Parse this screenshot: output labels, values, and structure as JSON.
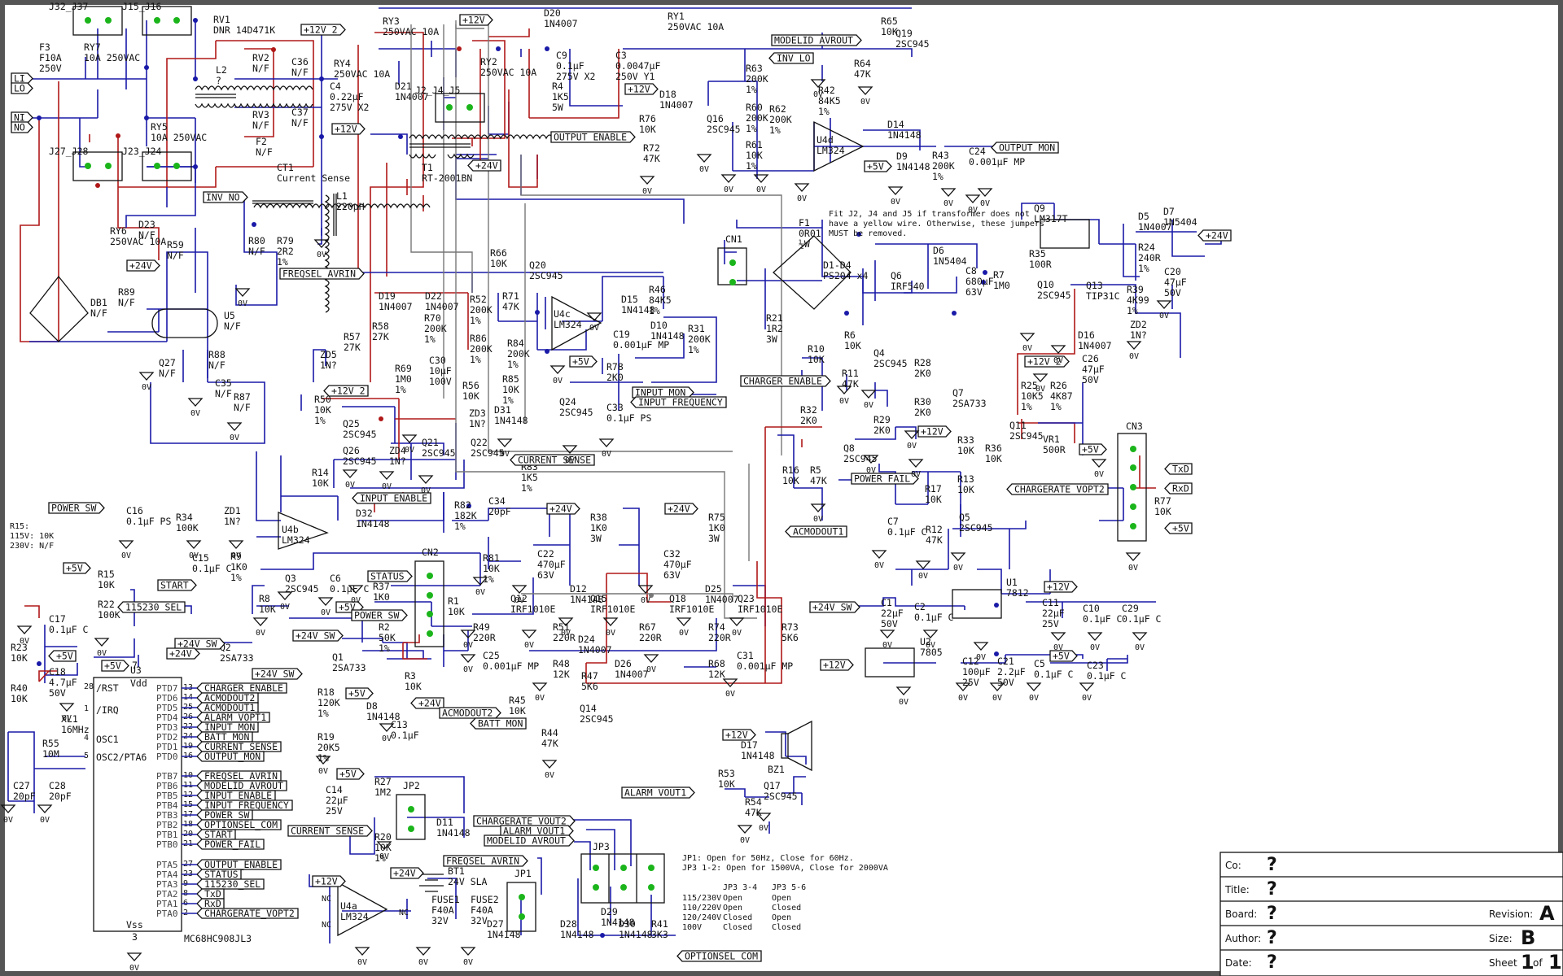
{
  "title_block": {
    "company_label": "Co:",
    "company_value": "?",
    "title_label": "Title:",
    "title_value": "?",
    "board_label": "Board:",
    "board_value": "?",
    "revision_label": "Revision:",
    "revision_value": "A",
    "author_label": "Author:",
    "author_value": "?",
    "size_label": "Size:",
    "size_value": "B",
    "date_label": "Date:",
    "date_value": "?",
    "sheet_label": "Sheet",
    "sheet_num": "1",
    "sheet_of": "of",
    "sheet_total": "1"
  },
  "notes": {
    "r15_title": "R15:",
    "r15_115": "115V: 10K",
    "r15_230": "230V: N/F",
    "jumper_note_1": "Fit J2, J4 and J5 if transformer does not",
    "jumper_note_2": "have a yellow wire. Otherwise, these jumpers",
    "jumper_note_3": "MUST be removed.",
    "jp1_note": "JP1: Open for 50Hz, Close for 60Hz.",
    "jp3_note": "JP3 1-2: Open for 1500VA, Close for 2000VA",
    "jp_table": {
      "headers": [
        "",
        "JP3 3-4",
        "JP3 5-6"
      ],
      "rows": [
        [
          "115/230V",
          "Open",
          "Open"
        ],
        [
          "110/220V",
          "Open",
          "Closed"
        ],
        [
          "120/240V",
          "Closed",
          "Open"
        ],
        [
          "100V",
          "Closed",
          "Closed"
        ]
      ]
    }
  },
  "ports": {
    "LI": "LI",
    "LO": "LO",
    "NI": "NI",
    "NO": "NO",
    "p12v_2_top": "+12V_2",
    "p12v_top": "+12V",
    "p12v_c4": "+12V",
    "p24v_t1": "+24V",
    "p12v_d18": "+12V",
    "modelid_avrout": "MODELID_AVROUT",
    "inv_lo": "INV_LO",
    "output_enable": "OUTPUT_ENABLE",
    "output_mon": "OUTPUT_MON",
    "p5v_d9": "+5V",
    "inv_no": "INV_NO",
    "p24v_r59": "+24V",
    "freqsel_avrin": "FREQSEL_AVRIN",
    "p12v_2_r50": "+12V_2",
    "input_enable": "INPUT_ENABLE",
    "current_sense_r83": "CURRENT_SENSE",
    "p5v_r78": "+5V",
    "input_mon": "INPUT_MON",
    "input_frequency": "INPUT_FREQUENCY",
    "charger_enable": "CHARGER_ENABLE",
    "p12v_2_c26": "+12V_2",
    "p24v_d7": "+24V",
    "p12v_q7": "+12V",
    "power_fail": "POWER_FAIL",
    "acmodout1": "ACMODOUT1",
    "chargerate_vopt2": "CHARGERATE_VOPT2",
    "p5v_cn3": "+5V",
    "txd": "TxD",
    "rxd": "RxD",
    "p5v_r77": "+5V",
    "power_sw": "POWER_SW",
    "p5v_r15": "+5V",
    "sel_115230": "115230_SEL",
    "p5v_r23": "+5V",
    "p5v_u3": "+5V",
    "start": "START",
    "status": "STATUS",
    "p5v_r37": "+5V",
    "power_sw_cn2": "POWER_SW",
    "p24v_sw_q1": "+24V_SW",
    "p24v_sw_q2": "+24V_SW",
    "p24v_q2": "+24V",
    "p24v_sw_r18": "+24V_SW",
    "p24v_r3": "+24V",
    "p5v_d8": "+5V",
    "acmodout2": "ACMODOUT2",
    "batt_mon": "BATT_MON",
    "p24v_r38": "+24V",
    "p24v_r75": "+24V",
    "p24v_sw_c1": "+24V_SW",
    "p12v_u1": "+12V",
    "p12v_u2": "+12V",
    "p5v_u2": "+5V",
    "p12v_bz": "+12V",
    "alarm_vout1": "ALARM_VOUT1",
    "p5v_r27": "+5V",
    "current_sense_jp2": "CURRENT_SENSE",
    "chargerate_vout2": "CHARGERATE_VOUT2",
    "alarm_vout1_jp3": "ALARM_VOUT1",
    "modelid_avrout_jp3": "MODELID_AVROUT",
    "freqsel_avrin_jp1": "FREQSEL_AVRIN",
    "p12v_u4a": "+12V",
    "p24v_bt1": "+24V",
    "optionsel_com": "OPTIONSEL_COM"
  },
  "mcu": {
    "ref": "U3",
    "part": "MC68HC908JL3",
    "vdd": "Vdd",
    "vss": "Vss",
    "vdd_pin": "7",
    "vss_pin": "3",
    "left_pins": [
      {
        "num": "28",
        "name": "/RST"
      },
      {
        "num": "1",
        "name": "/IRQ"
      },
      {
        "num": "4",
        "name": "OSC1"
      },
      {
        "num": "5",
        "name": "OSC2/PTA6"
      }
    ],
    "right_pins": [
      {
        "name": "PTD7",
        "num": "13",
        "net": "CHARGER_ENABLE"
      },
      {
        "name": "PTD6",
        "num": "14",
        "net": "ACMODOUT2"
      },
      {
        "name": "PTD5",
        "num": "25",
        "net": "ACMODOUT1"
      },
      {
        "name": "PTD4",
        "num": "26",
        "net": "ALARM_VOPT1"
      },
      {
        "name": "PTD3",
        "num": "22",
        "net": "INPUT_MON"
      },
      {
        "name": "PTD2",
        "num": "24",
        "net": "BATT_MON"
      },
      {
        "name": "PTD1",
        "num": "19",
        "net": "CURRENT_SENSE"
      },
      {
        "name": "PTD0",
        "num": "16",
        "net": "OUTPUT_MON"
      },
      {
        "name": "PTB7",
        "num": "10",
        "net": "FREQSEL_AVRIN"
      },
      {
        "name": "PTB6",
        "num": "11",
        "net": "MODELID_AVROUT"
      },
      {
        "name": "PTB5",
        "num": "12",
        "net": "INPUT_ENABLE"
      },
      {
        "name": "PTB4",
        "num": "15",
        "net": "INPUT_FREQUENCY"
      },
      {
        "name": "PTB3",
        "num": "17",
        "net": "POWER_SW"
      },
      {
        "name": "PTB2",
        "num": "18",
        "net": "OPTIONSEL_COM"
      },
      {
        "name": "PTB1",
        "num": "20",
        "net": "START"
      },
      {
        "name": "PTB0",
        "num": "21",
        "net": "POWER_FAIL"
      },
      {
        "name": "PTA5",
        "num": "27",
        "net": "OUTPUT_ENABLE"
      },
      {
        "name": "PTA4",
        "num": "23",
        "net": "STATUS"
      },
      {
        "name": "PTA3",
        "num": "9",
        "net": "115230_SEL"
      },
      {
        "name": "PTA2",
        "num": "8",
        "net": "TxD"
      },
      {
        "name": "PTA1",
        "num": "6",
        "net": "RxD"
      },
      {
        "name": "PTA0",
        "num": "2",
        "net": "CHARGERATE_VOPT2"
      }
    ]
  },
  "components": {
    "ry7": [
      "RY7",
      "10A 250VAC"
    ],
    "ry5": [
      "RY5",
      "10A 250VAC"
    ],
    "ry6": [
      "RY6",
      "250VAC 10A"
    ],
    "ry3": [
      "RY3",
      "250VAC 10A"
    ],
    "ry4": [
      "RY4",
      "250VAC 10A"
    ],
    "ry2": [
      "RY2",
      "250VAC 10A"
    ],
    "ry1": [
      "RY1",
      "250VAC 10A"
    ],
    "f3": [
      "F3",
      "F10A",
      "250V"
    ],
    "rv1": [
      "RV1",
      "DNR 14D471K"
    ],
    "rv2": [
      "RV2",
      "N/F"
    ],
    "rv3": [
      "RV3",
      "N/F"
    ],
    "c36": [
      "C36",
      "N/F"
    ],
    "c37": [
      "C37",
      "N/F"
    ],
    "l2": [
      "L2",
      "?"
    ],
    "f2": [
      "F2",
      "N/F"
    ],
    "ct1": [
      "CT1",
      "Current Sense"
    ],
    "c4": [
      "C4",
      "0.22µF",
      "275V X2"
    ],
    "d21": [
      "D21",
      "1N4007"
    ],
    "t1": [
      "T1",
      "RT-2001BN"
    ],
    "d20": [
      "D20",
      "1N4007"
    ],
    "c9": [
      "C9",
      "0.1µF",
      "275V X2"
    ],
    "c3": [
      "C3",
      "0.0047µF",
      "250V Y1"
    ],
    "r4": [
      "R4",
      "1K5",
      "5W"
    ],
    "d18": [
      "D18",
      "1N4007"
    ],
    "r76": [
      "R76",
      "10K"
    ],
    "q16": [
      "Q16",
      "2SC945"
    ],
    "r72": [
      "R72",
      "47K"
    ],
    "r65": [
      "R65",
      "10K"
    ],
    "q19": [
      "Q19",
      "2SC945"
    ],
    "r64": [
      "R64",
      "47K"
    ],
    "r63": [
      "R63",
      "200K",
      "1%"
    ],
    "r60": [
      "R60",
      "200K",
      "1%"
    ],
    "r61": [
      "R61",
      "10K",
      "1%"
    ],
    "r62": [
      "R62",
      "200K",
      "1%"
    ],
    "r42": [
      "R42",
      "84K5",
      "1%"
    ],
    "u4d": [
      "U4d",
      "LM324"
    ],
    "d14": [
      "D14",
      "1N4148"
    ],
    "d9": [
      "D9",
      "1N4148"
    ],
    "r43": [
      "R43",
      "200K",
      "1%"
    ],
    "c24": [
      "C24",
      "0.001µF MP"
    ],
    "l1": [
      "L1",
      "220µH"
    ],
    "r80": [
      "R80",
      "N/F"
    ],
    "r79": [
      "R79",
      "2R2",
      "1%"
    ],
    "d23": [
      "D23",
      "N/F"
    ],
    "r59": [
      "R59",
      "N/F"
    ],
    "db1": [
      "DB1",
      "N/F"
    ],
    "r89": [
      "R89",
      "N/F"
    ],
    "u5": [
      "U5",
      "N/F"
    ],
    "q27": [
      "Q27",
      "N/F"
    ],
    "r88": [
      "R88",
      "N/F"
    ],
    "c35": [
      "C35",
      "N/F"
    ],
    "r87": [
      "R87",
      "N/F"
    ],
    "r66": [
      "R66",
      "10K"
    ],
    "q20": [
      "Q20",
      "2SC945"
    ],
    "d19": [
      "D19",
      "1N4007"
    ],
    "d22": [
      "D22",
      "1N4007"
    ],
    "r58": [
      "R58",
      "27K"
    ],
    "r57": [
      "R57",
      "27K"
    ],
    "zd5": [
      "ZD5",
      "1N?"
    ],
    "r50": [
      "R50",
      "10K",
      "1%"
    ],
    "r70": [
      "R70",
      "200K",
      "1%"
    ],
    "r69": [
      "R69",
      "1M0",
      "1%"
    ],
    "c30": [
      "C30",
      "10µF",
      "100V"
    ],
    "r52": [
      "R52",
      "200K",
      "1%"
    ],
    "r86": [
      "R86",
      "200K",
      "1%"
    ],
    "r71": [
      "R71",
      "47K"
    ],
    "r84": [
      "R84",
      "200K",
      "1%"
    ],
    "r85": [
      "R85",
      "10K",
      "1%"
    ],
    "r56": [
      "R56",
      "10K"
    ],
    "zd3": [
      "ZD3",
      "1N?"
    ],
    "d31": [
      "D31",
      "1N4148"
    ],
    "q24": [
      "Q24",
      "2SC945"
    ],
    "q25": [
      "Q25",
      "2SC945"
    ],
    "q26": [
      "Q26",
      "2SC945"
    ],
    "zd4": [
      "ZD4",
      "1N?"
    ],
    "q21": [
      "Q21",
      "2SC945"
    ],
    "q22": [
      "Q22",
      "2SC945"
    ],
    "r14": [
      "R14",
      "10K"
    ],
    "u4c": [
      "U4c",
      "LM324"
    ],
    "d15": [
      "D15",
      "1N4148"
    ],
    "r46": [
      "R46",
      "84K5",
      "1%"
    ],
    "d10": [
      "D10",
      "1N4148"
    ],
    "c19": [
      "C19",
      "0.001µF MP"
    ],
    "r31": [
      "R31",
      "200K",
      "1%"
    ],
    "r78": [
      "R78",
      "2K0"
    ],
    "c33": [
      "C33",
      "0.1µF PS"
    ],
    "cn1": [
      "CN1"
    ],
    "f1": [
      "F1",
      "0R01",
      "½W"
    ],
    "d1d4": [
      "D1-D4",
      "PS204 x4"
    ],
    "q6": [
      "Q6",
      "IRF540"
    ],
    "r21": [
      "R21",
      "1R2",
      "3W"
    ],
    "r6": [
      "R6",
      "10K"
    ],
    "d6": [
      "D6",
      "1N5404"
    ],
    "c8": [
      "C8",
      "680µF",
      "63V"
    ],
    "r7": [
      "R7",
      "1M0"
    ],
    "r35": [
      "R35",
      "100R"
    ],
    "q10": [
      "Q10",
      "2SC945"
    ],
    "q9": [
      "Q9",
      "LM317T"
    ],
    "d5": [
      "D5",
      "1N4007"
    ],
    "d7": [
      "D7",
      "1N5404"
    ],
    "r24": [
      "R24",
      "240R",
      "1%"
    ],
    "c20": [
      "C20",
      "47µF",
      "50V"
    ],
    "q13": [
      "Q13",
      "TIP31C"
    ],
    "r39": [
      "R39",
      "4K99",
      "1%"
    ],
    "zd2": [
      "ZD2",
      "1N?"
    ],
    "d16": [
      "D16",
      "1N4007"
    ],
    "c26": [
      "C26",
      "47µF",
      "50V"
    ],
    "r25": [
      "R25",
      "10K5",
      "1%"
    ],
    "r26": [
      "R26",
      "4K87",
      "1%"
    ],
    "q11": [
      "Q11",
      "2SC945"
    ],
    "vr1": [
      "VR1",
      "500R"
    ],
    "r36": [
      "R36",
      "10K"
    ],
    "cn3": [
      "CN3"
    ],
    "r77": [
      "R77",
      "10K"
    ],
    "r10": [
      "R10",
      "10K"
    ],
    "r11": [
      "R11",
      "47K"
    ],
    "q4": [
      "Q4",
      "2SC945"
    ],
    "r28": [
      "R28",
      "2K0"
    ],
    "r30": [
      "R30",
      "2K0"
    ],
    "q7": [
      "Q7",
      "2SA733"
    ],
    "r32": [
      "R32",
      "2K0"
    ],
    "r29": [
      "R29",
      "2K0"
    ],
    "q8": [
      "Q8",
      "2SC945"
    ],
    "r16": [
      "R16",
      "10K"
    ],
    "r5": [
      "R5",
      "47K"
    ],
    "r33": [
      "R33",
      "10K"
    ],
    "r13": [
      "R13",
      "10K"
    ],
    "r17": [
      "R17",
      "10K"
    ],
    "r12": [
      "R12",
      "47K"
    ],
    "c7": [
      "C7",
      "0.1µF C"
    ],
    "q5": [
      "Q5",
      "2SC945"
    ],
    "c16": [
      "C16",
      "0.1µF PS"
    ],
    "r34": [
      "R34",
      "100K"
    ],
    "zd1": [
      "ZD1",
      "1N?"
    ],
    "u4b": [
      "U4b",
      "LM324"
    ],
    "d32": [
      "D32",
      "1N4148"
    ],
    "r82": [
      "R82",
      "182K",
      "1%"
    ],
    "c34": [
      "C34",
      "20pF"
    ],
    "r83": [
      "R83",
      "1K5",
      "1%"
    ],
    "r81": [
      "R81",
      "10K",
      "1%"
    ],
    "r15": [
      "R15",
      "10K"
    ],
    "r22": [
      "R22",
      "100K"
    ],
    "c15": [
      "C15",
      "0.1µF C"
    ],
    "r9": [
      "R9",
      "1K0",
      "1%"
    ],
    "r8": [
      "R8",
      "10K"
    ],
    "q3": [
      "Q3",
      "2SC945"
    ],
    "c6": [
      "C6",
      "0.1µF C"
    ],
    "cn2": [
      "CN2"
    ],
    "r37": [
      "R37",
      "1K0"
    ],
    "r1": [
      "R1",
      "10K"
    ],
    "r2": [
      "R2",
      "50K",
      "1%"
    ],
    "q1": [
      "Q1",
      "2SA733"
    ],
    "q2": [
      "Q2",
      "2SA733"
    ],
    "r3": [
      "R3",
      "10K"
    ],
    "r18": [
      "R18",
      "120K",
      "1%"
    ],
    "r19": [
      "R19",
      "20K5",
      "1%"
    ],
    "d8": [
      "D8",
      "1N4148"
    ],
    "c13": [
      "C13",
      "0.1µF"
    ],
    "r45": [
      "R45",
      "10K"
    ],
    "r44": [
      "R44",
      "47K"
    ],
    "q14": [
      "Q14",
      "2SC945"
    ],
    "c17": [
      "C17",
      "0.1µF C"
    ],
    "r23": [
      "R23",
      "10K"
    ],
    "r40": [
      "R40",
      "10K"
    ],
    "c18": [
      "C18",
      "4.7µF",
      "50V"
    ],
    "xl1": [
      "XL1",
      "16MHz"
    ],
    "r55": [
      "R55",
      "10M"
    ],
    "c27": [
      "C27",
      "20pF"
    ],
    "c28": [
      "C28",
      "20pF"
    ],
    "r38": [
      "R38",
      "1K0",
      "3W"
    ],
    "c22": [
      "C22",
      "470µF",
      "63V"
    ],
    "d12": [
      "D12",
      "1N4148"
    ],
    "r75": [
      "R75",
      "1K0",
      "3W"
    ],
    "c32": [
      "C32",
      "470µF",
      "63V"
    ],
    "d25": [
      "D25",
      "1N4007"
    ],
    "q12": [
      "Q12",
      "IRF1010E"
    ],
    "q15": [
      "Q15",
      "IRF1010E"
    ],
    "q18": [
      "Q18",
      "IRF1010E"
    ],
    "q23": [
      "Q23",
      "IRF1010E"
    ],
    "r49": [
      "R49",
      "220R"
    ],
    "r51": [
      "R51",
      "220R"
    ],
    "r67": [
      "R67",
      "220R"
    ],
    "r74": [
      "R74",
      "220R"
    ],
    "c25": [
      "C25",
      "0.001µF MP"
    ],
    "r48": [
      "R48",
      "12K"
    ],
    "d24": [
      "D24",
      "1N4007"
    ],
    "r47": [
      "R47",
      "5K6"
    ],
    "d26": [
      "D26",
      "1N4007"
    ],
    "r68": [
      "R68",
      "12K"
    ],
    "c31": [
      "C31",
      "0.001µF MP"
    ],
    "r73": [
      "R73",
      "5K6"
    ],
    "c1": [
      "C1",
      "22µF",
      "50V"
    ],
    "c2": [
      "C2",
      "0.1µF C"
    ],
    "u1": [
      "U1",
      "7812"
    ],
    "c11": [
      "C11",
      "22µF",
      "25V"
    ],
    "c10": [
      "C10",
      "0.1µF C"
    ],
    "c29": [
      "C29",
      "0.1µF C"
    ],
    "u2": [
      "U2",
      "7805"
    ],
    "c12": [
      "C12",
      "100µF",
      "25V"
    ],
    "c21": [
      "C21",
      "2.2µF",
      "50V"
    ],
    "c5": [
      "C5",
      "0.1µF C"
    ],
    "c23": [
      "C23",
      "0.1µF C"
    ],
    "d17": [
      "D17",
      "1N4148"
    ],
    "bz1": [
      "BZ1"
    ],
    "r53": [
      "R53",
      "10K"
    ],
    "r54": [
      "R54",
      "47K"
    ],
    "q17": [
      "Q17",
      "2SC945"
    ],
    "r27": [
      "R27",
      "1M2"
    ],
    "jp2": [
      "JP2"
    ],
    "c14": [
      "C14",
      "22µF",
      "25V"
    ],
    "r20": [
      "R20",
      "10K",
      "1%"
    ],
    "d11": [
      "D11",
      "1N4148"
    ],
    "u4a": [
      "U4a",
      "LM324"
    ],
    "bt1": [
      "BT1",
      "24V SLA"
    ],
    "fuse1": [
      "FUSE1",
      "F40A",
      "32V"
    ],
    "fuse2": [
      "FUSE2",
      "F40A",
      "32V"
    ],
    "jp1": [
      "JP1"
    ],
    "jp3": [
      "JP3"
    ],
    "d27": [
      "D27",
      "1N4148"
    ],
    "d28": [
      "D28",
      "1N4148"
    ],
    "d29": [
      "D29",
      "1N4148"
    ],
    "d30": [
      "D30",
      "1N4148"
    ],
    "r41": [
      "R41",
      "3K3"
    ],
    "j32_j37": [
      "J32_J37"
    ],
    "j15_j16": [
      "J15_J16"
    ],
    "j27_j28": [
      "J27_J28"
    ],
    "j23_j24": [
      "J23_J24"
    ],
    "j2_j4_j5": [
      "J2_J4_J5"
    ]
  },
  "symbols": {
    "ground": "0V",
    "nc": "NC"
  }
}
